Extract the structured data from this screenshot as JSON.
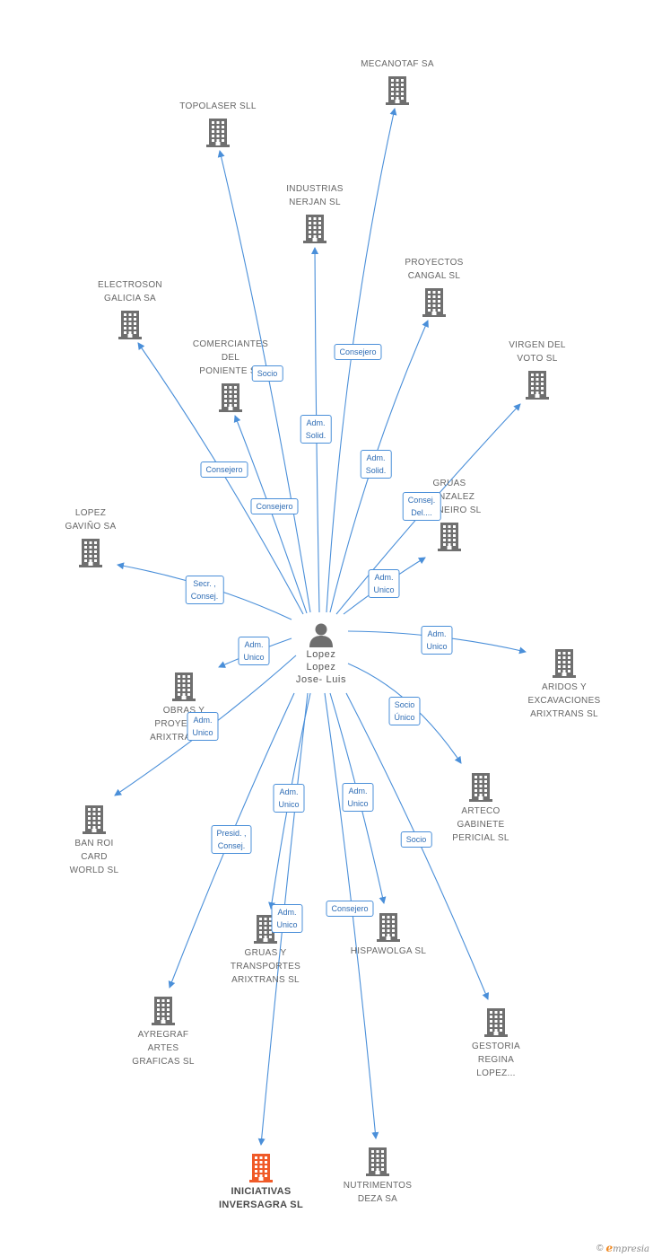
{
  "center": {
    "name": "Lopez\nLopez\nJose-  Luis",
    "icon": "person-icon"
  },
  "companies": [
    {
      "id": "mecanotaf",
      "label": "MECANOTAF SA"
    },
    {
      "id": "topolaser",
      "label": "TOPOLASER SLL"
    },
    {
      "id": "industrias",
      "label": "INDUSTRIAS\nNERJAN SL"
    },
    {
      "id": "proyectos",
      "label": "PROYECTOS\nCANGAL SL"
    },
    {
      "id": "electroson",
      "label": "ELECTROSON\nGALICIA SA"
    },
    {
      "id": "comerciantes",
      "label": "COMERCIANTES\nDEL\nPONIENTE SL"
    },
    {
      "id": "virgen",
      "label": "VIRGEN DEL\nVOTO SL"
    },
    {
      "id": "gruas_gonzalez",
      "label": "GRUAS\nGONZALEZ\nCARNEIRO SL"
    },
    {
      "id": "lopez_gavino",
      "label": "LOPEZ\nGAVIÑO SA"
    },
    {
      "id": "aridos",
      "label": "ARIDOS Y\nEXCAVACIONES\nARIXTRANS SL"
    },
    {
      "id": "obras",
      "label": "OBRAS Y\nPROYECTOS\nARIXTRANS SL"
    },
    {
      "id": "arteco",
      "label": "ARTECO\nGABINETE\nPERICIAL SL"
    },
    {
      "id": "ban_roi",
      "label": "BAN ROI\nCARD\nWORLD SL"
    },
    {
      "id": "gruas_transportes",
      "label": "GRUAS Y\nTRANSPORTES\nARIXTRANS SL"
    },
    {
      "id": "hispawolga",
      "label": "HISPAWOLGA SL"
    },
    {
      "id": "ayregraf",
      "label": "AYREGRAF\nARTES\nGRAFICAS SL"
    },
    {
      "id": "gestoria",
      "label": "GESTORIA\nREGINA\nLOPEZ..."
    },
    {
      "id": "iniciativas",
      "label": "INICIATIVAS\nINVERSAGRA SL",
      "highlight": true
    },
    {
      "id": "nutrimentos",
      "label": "NUTRIMENTOS\nDEZA SA"
    }
  ],
  "relations": [
    {
      "to": "mecanotaf",
      "label": "Consejero"
    },
    {
      "to": "topolaser",
      "label": "Socio"
    },
    {
      "to": "industrias",
      "label": "Adm.\nSolid."
    },
    {
      "to": "proyectos",
      "label": "Adm.\nSolid."
    },
    {
      "to": "electroson",
      "label": "Consejero"
    },
    {
      "to": "comerciantes",
      "label": "Consejero"
    },
    {
      "to": "virgen",
      "label": "Consej.\nDel...."
    },
    {
      "to": "gruas_gonzalez",
      "label": "Adm.\nUnico"
    },
    {
      "to": "lopez_gavino",
      "label": "Secr. ,\nConsej."
    },
    {
      "to": "aridos",
      "label": "Adm.\nUnico"
    },
    {
      "to": "obras",
      "label": "Adm.\nUnico"
    },
    {
      "to": "arteco",
      "label": "Socio\nÚnico"
    },
    {
      "to": "ban_roi",
      "label": "Adm.\nUnico"
    },
    {
      "to": "gruas_transportes",
      "label": "Adm.\nUnico"
    },
    {
      "to": "hispawolga",
      "label": "Adm.\nUnico"
    },
    {
      "to": "ayregraf",
      "label": "Presid. ,\nConsej."
    },
    {
      "to": "gestoria",
      "label": "Socio"
    },
    {
      "to": "iniciativas",
      "label": "Adm.\nUnico"
    },
    {
      "to": "nutrimentos",
      "label": "Consejero"
    }
  ],
  "colors": {
    "edge": "#4a8fd9",
    "building": "#6f6f6f",
    "highlight": "#f05a28"
  },
  "footer": {
    "copyright": "©",
    "brand_initial": "e",
    "brand_rest": "mpresia"
  }
}
